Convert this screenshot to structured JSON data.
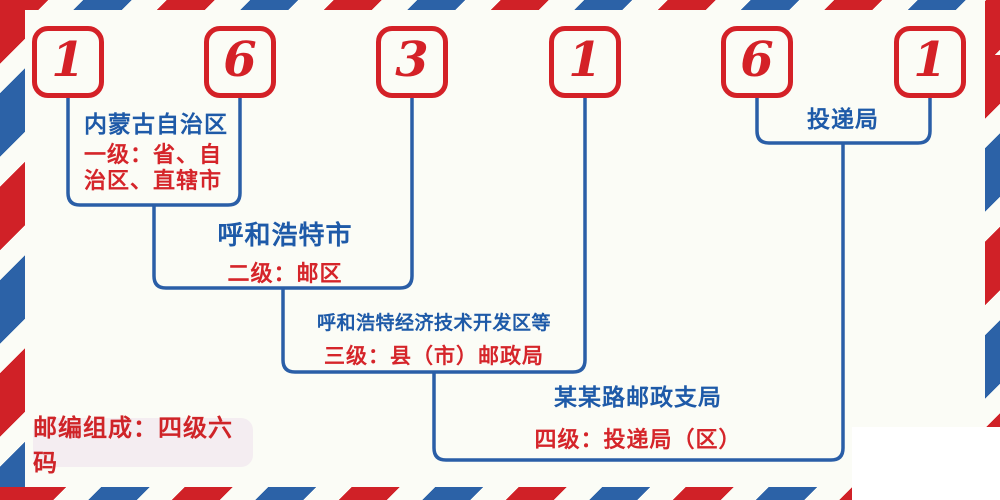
{
  "postal_code": {
    "digits": [
      "1",
      "6",
      "3",
      "1",
      "6",
      "1"
    ]
  },
  "levels": [
    {
      "name": "内蒙古自治区",
      "desc_lines": [
        "一级：省、自",
        "治区、直辖市"
      ]
    },
    {
      "name": "呼和浩特市",
      "desc": "二级：邮区"
    },
    {
      "name": "呼和浩特经济技术开发区等",
      "desc": "三级：县（市）邮政局"
    },
    {
      "name": "某某路邮政支局",
      "desc": "四级：投递局（区）"
    }
  ],
  "delivery_office_label": "投递局",
  "badge": {
    "text": "邮编组成：四级六码"
  },
  "colors": {
    "stripe_red": "#d02127",
    "stripe_blue": "#2c62a7",
    "digit_red": "#d42127",
    "connector_blue": "#2a5ea7",
    "label_blue": "#1e5aa8",
    "label_red": "#d5252a",
    "badge_bg": "#f4edf1",
    "background": "#fbfcf6"
  }
}
